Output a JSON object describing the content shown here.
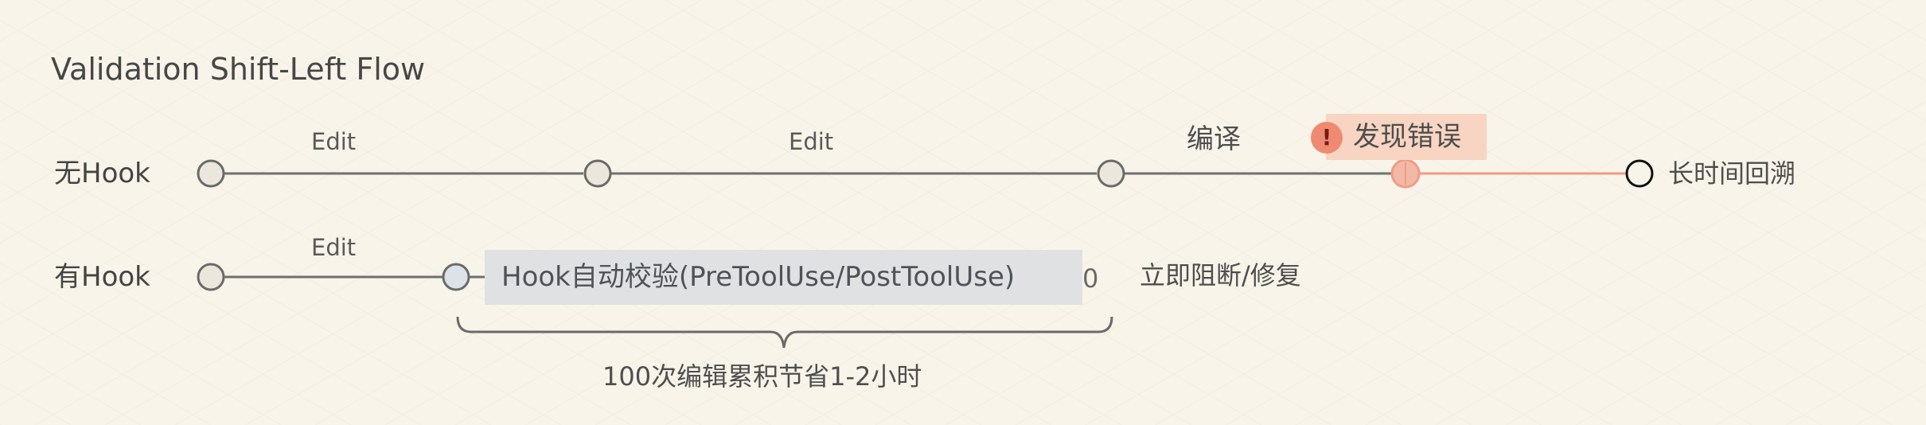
{
  "title": "Validation Shift-Left Flow",
  "rows": {
    "no_hook": {
      "label": "无Hook",
      "edit1": "Edit",
      "edit2": "Edit",
      "compile": "编译",
      "error": "发现错误",
      "end": "长时间回溯"
    },
    "with_hook": {
      "label": "有Hook",
      "edit": "Edit",
      "hook_check": "Hook自动校验(PreToolUse/PostToolUse)",
      "zero": "0",
      "result": "立即阻断/修复",
      "brace_note": "100次编辑累积节省1-2小时"
    }
  },
  "colors": {
    "line": "#707070",
    "node_fill": "#ece7dc",
    "error_accent": "#ef8a72",
    "error_bg": "#f7d5c2",
    "hook_bg": "#dfe1e3"
  },
  "icons": {
    "error": "exclamation-icon"
  }
}
